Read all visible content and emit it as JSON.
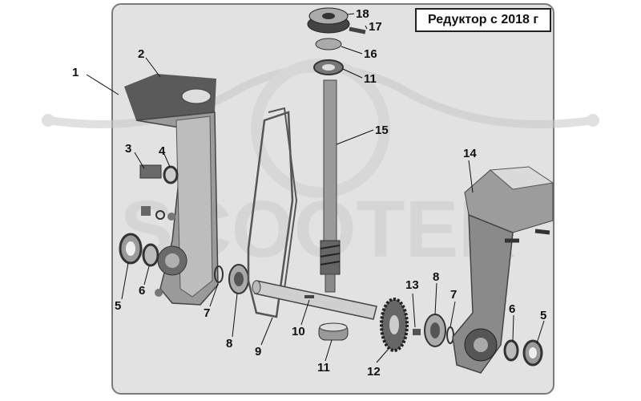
{
  "title": "Редуктор с 2018 г",
  "part_labels": {
    "p1": "1",
    "p2": "2",
    "p3": "3",
    "p4": "4",
    "p5a": "5",
    "p5b": "5",
    "p6a": "6",
    "p6b": "6",
    "p7a": "7",
    "p7b": "7",
    "p8a": "8",
    "p8b": "8",
    "p9": "9",
    "p10": "10",
    "p11a": "11",
    "p11b": "11",
    "p12": "12",
    "p13": "13",
    "p14": "14",
    "p15": "15",
    "p16": "16",
    "p17": "17",
    "p18": "18"
  },
  "watermark": "SCOOTER",
  "colors": {
    "frame_bg": "#e2e2e2",
    "part_dark": "#4a4a4a",
    "part_light": "#cfcfcf",
    "watermark": "#cccccc"
  }
}
